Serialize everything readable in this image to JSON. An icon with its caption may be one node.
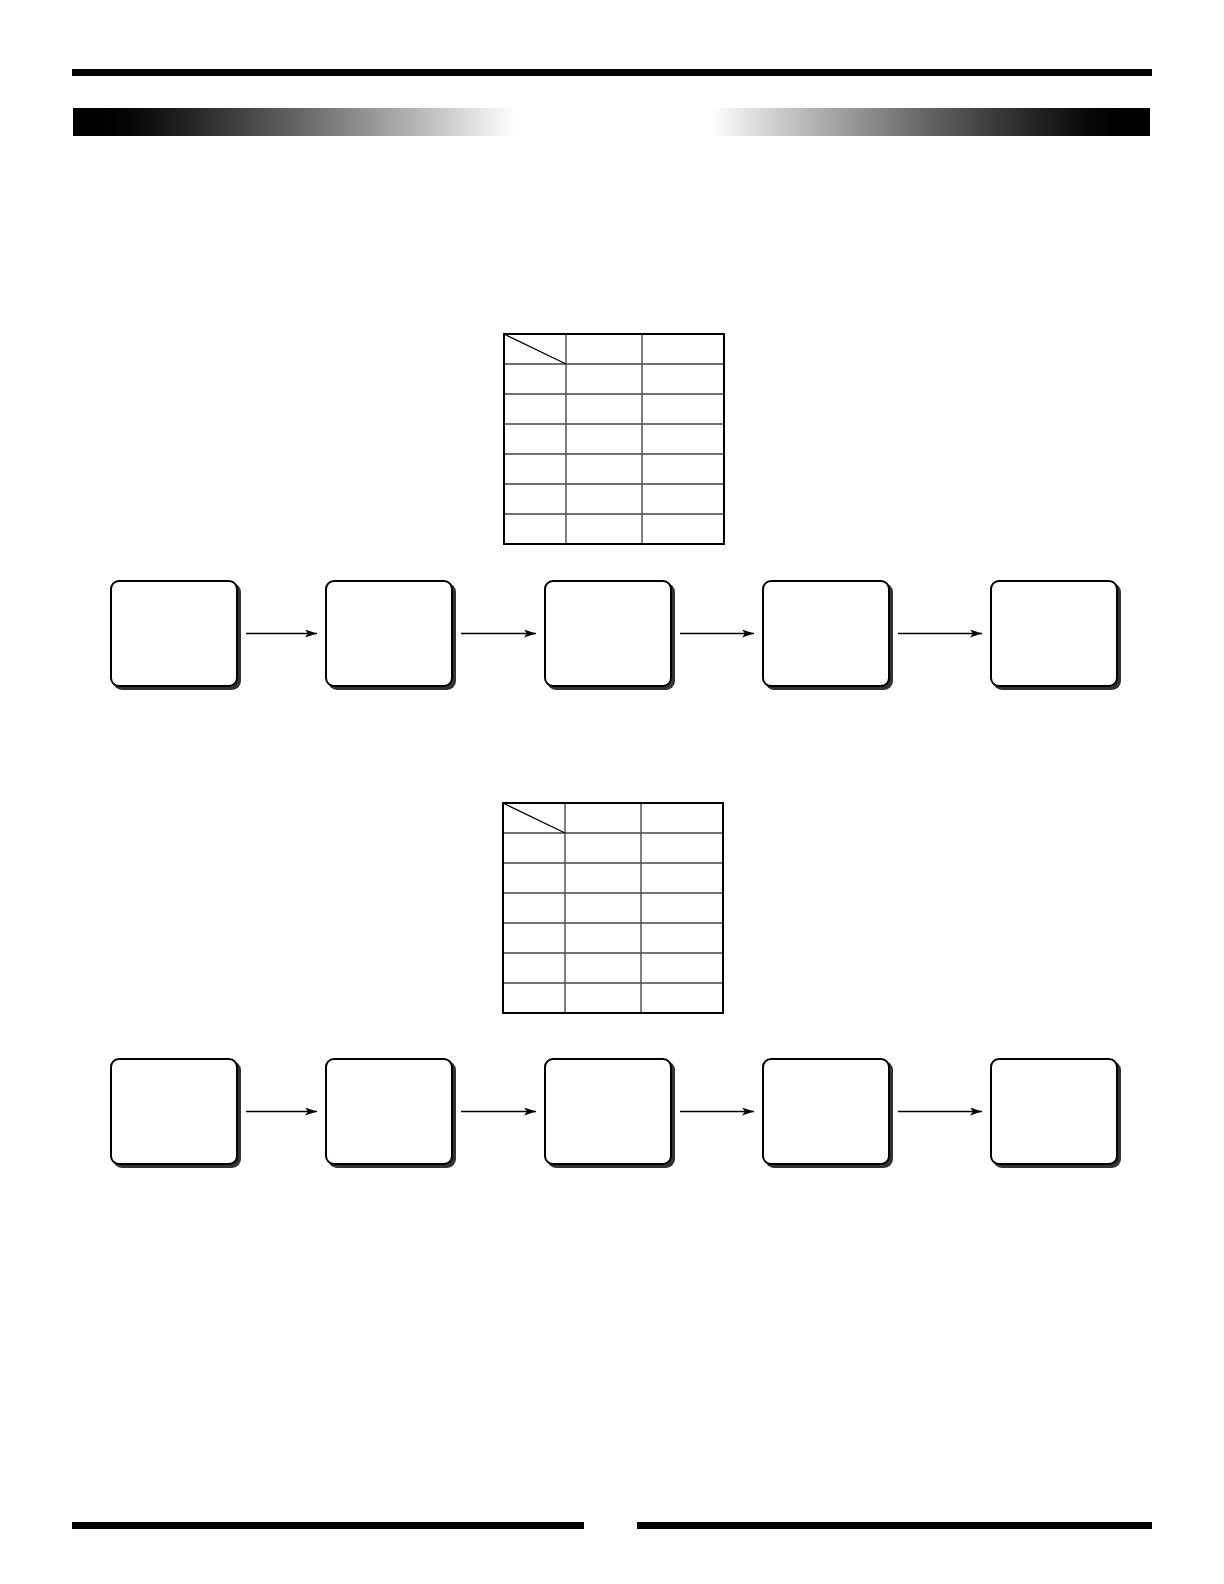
{
  "diagram": {
    "nodes": [
      {
        "text": [],
        "shape": "box"
      },
      {
        "text": [],
        "shape": "box"
      },
      {
        "text": [],
        "shape": "box"
      },
      {
        "text": [],
        "shape": "box"
      },
      {
        "text": [],
        "shape": "box"
      },
      {
        "text": [],
        "shape": "box"
      },
      {
        "text": [],
        "shape": "box"
      },
      {
        "text": [],
        "shape": "box"
      },
      {
        "text": [],
        "shape": "box"
      },
      {
        "text": [],
        "shape": "box"
      }
    ],
    "edges": [
      {
        "from": 0,
        "to": 1,
        "arrow": "to"
      },
      {
        "from": 1,
        "to": 2,
        "arrow": "to"
      },
      {
        "from": 2,
        "to": 3,
        "arrow": "to"
      },
      {
        "from": 3,
        "to": 4,
        "arrow": "to"
      },
      {
        "from": 5,
        "to": 6,
        "arrow": "to"
      },
      {
        "from": 6,
        "to": 7,
        "arrow": "to"
      },
      {
        "from": 7,
        "to": 8,
        "arrow": "to"
      },
      {
        "from": 8,
        "to": 9,
        "arrow": "to"
      }
    ]
  }
}
